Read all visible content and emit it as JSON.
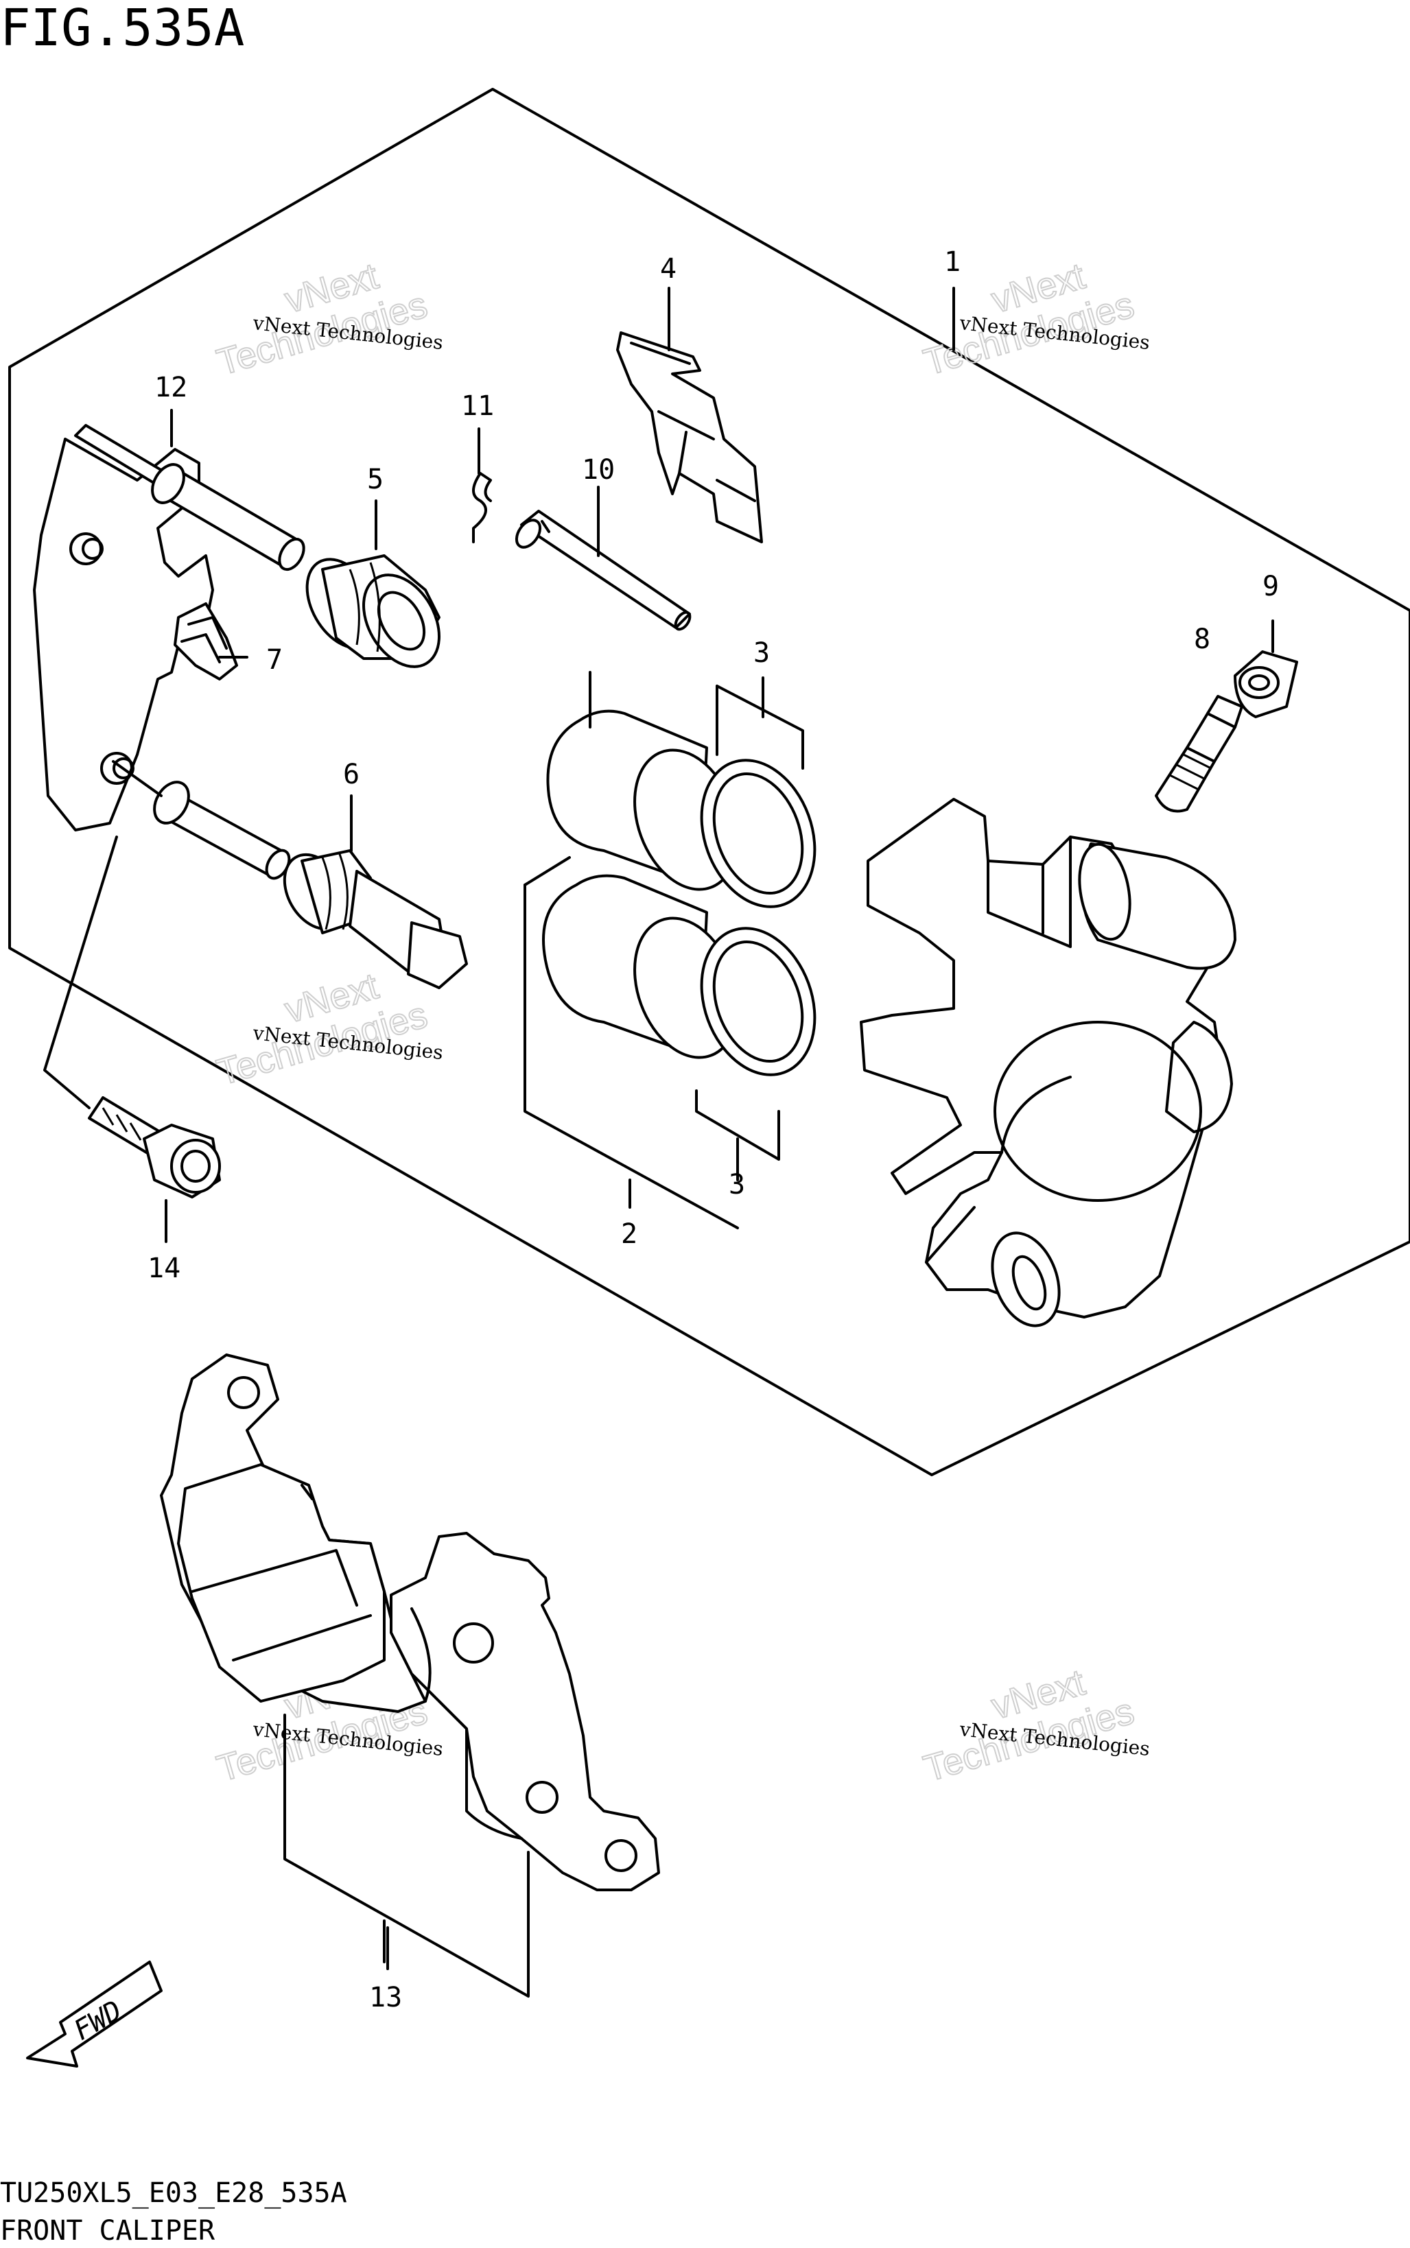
{
  "figure": {
    "title": "FIG.535A",
    "code": "TU250XL5_E03_E28_535A",
    "name": "FRONT CALIPER"
  },
  "callouts": [
    {
      "id": "1",
      "label": "1"
    },
    {
      "id": "2",
      "label": "2"
    },
    {
      "id": "3a",
      "label": "3"
    },
    {
      "id": "3b",
      "label": "3"
    },
    {
      "id": "4",
      "label": "4"
    },
    {
      "id": "5",
      "label": "5"
    },
    {
      "id": "6",
      "label": "6"
    },
    {
      "id": "7",
      "label": "7"
    },
    {
      "id": "8",
      "label": "8"
    },
    {
      "id": "9",
      "label": "9"
    },
    {
      "id": "10",
      "label": "10"
    },
    {
      "id": "11",
      "label": "11"
    },
    {
      "id": "12",
      "label": "12"
    },
    {
      "id": "13",
      "label": "13"
    },
    {
      "id": "14",
      "label": "14"
    }
  ],
  "watermark": {
    "line1": "vNext Technologies",
    "big1": "vNext",
    "big2": "Technologies"
  },
  "fwd_label": "FWD",
  "icons": {
    "fwd_arrow": "forward-arrow-icon"
  }
}
